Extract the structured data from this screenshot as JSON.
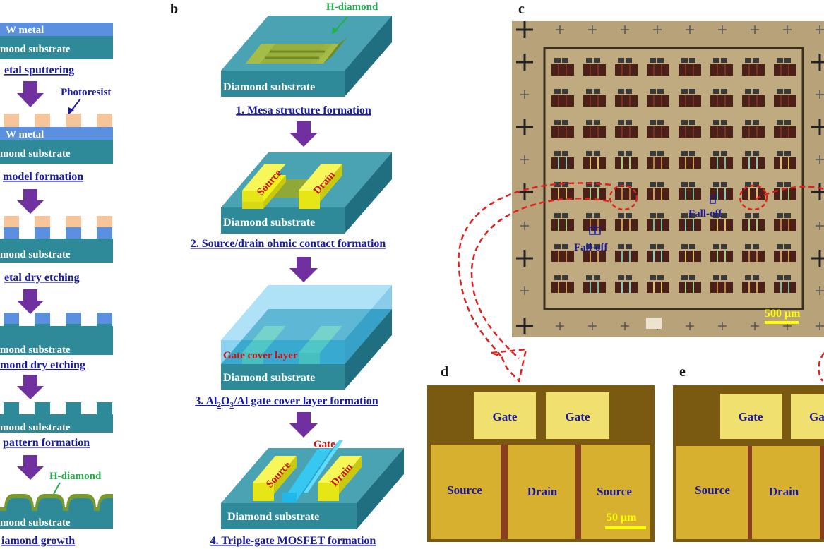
{
  "panels": {
    "b": "b",
    "c": "c",
    "d": "d",
    "e": "e"
  },
  "panel_a": {
    "step1_metal_label": "W metal",
    "step1_substrate_label": "mond substrate",
    "step1_caption": "etal sputtering",
    "photoresist_label": "Photoresist",
    "step2_metal_label": "W metal",
    "step2_substrate_label": "mond substrate",
    "step2_caption": "model formation",
    "step3_substrate_label": "mond substrate",
    "step3_caption": "etal dry etching",
    "step4_substrate_label": "mond substrate",
    "step4_caption": "mond dry etching",
    "step5_substrate_label": "mond substrate",
    "step5_caption": "pattern formation",
    "hdiamond_label": "H-diamond",
    "step6_substrate_label": "mond substrate",
    "step6_caption": "iamond  growth"
  },
  "panel_b": {
    "hdiamond_label": "H-diamond",
    "substrate_label": "Diamond substrate",
    "step1_caption": "1. Mesa structure formation",
    "source_label": "Source",
    "drain_label": "Drain",
    "step2_caption": "2. Source/drain ohmic contact formation",
    "gate_cover_label": "Gate cover layer",
    "step3_caption_parts": [
      "3. Al",
      "2",
      "O",
      "3",
      "/Al gate cover layer formation"
    ],
    "gate_label": "Gate",
    "step4_caption": "4. Triple-gate  MOSFET formation"
  },
  "panel_c": {
    "falloff_label_1": "Fall-off",
    "falloff_label_2": "Fall-off",
    "scale_label": "500 μm"
  },
  "panel_d": {
    "gate_1": "Gate",
    "gate_2": "Gate",
    "source": "Source",
    "drain": "Drain",
    "source_2": "Source",
    "scale_label": "50 μm"
  },
  "panel_e": {
    "gate_1": "Gate",
    "gate_2": "Ga",
    "source": "Source",
    "drain": "Drain"
  },
  "colors": {
    "substrate": "#2e8a99",
    "metal": "#5b8fe0",
    "photoresist": "#f6c69a",
    "arrow": "#7030a0",
    "label_blue": "#1a1aa0",
    "hdiamond_green": "#22b04a",
    "electrode_yellow": "#f2f21a",
    "source_drain_text": "#cc1111",
    "dashed_red": "#e02020",
    "scale_yellow": "#ffff00"
  }
}
